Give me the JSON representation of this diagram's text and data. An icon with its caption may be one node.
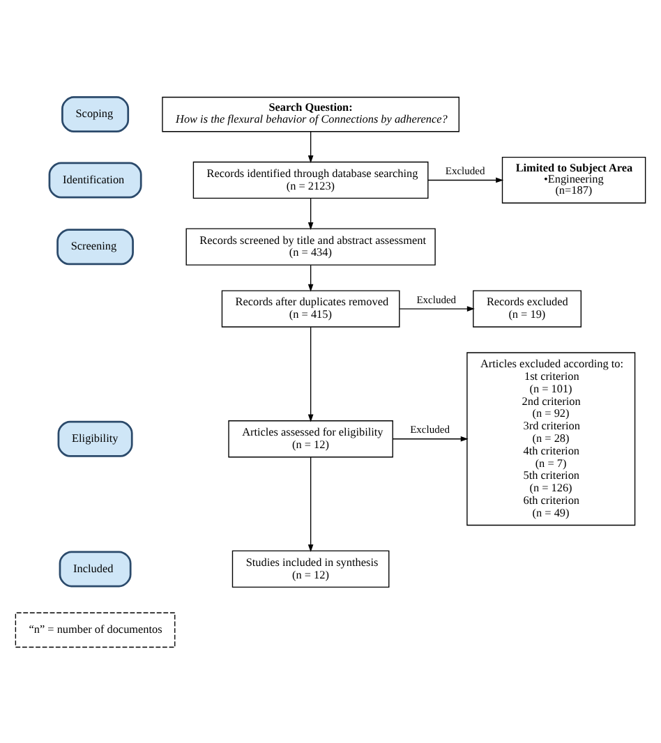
{
  "diagram": {
    "nodes": [
      {
        "text": [
          "Scoping"
        ]
      },
      {
        "text": [
          "Identification"
        ]
      },
      {
        "text": [
          "Screening"
        ]
      },
      {
        "text": [
          "Eligibility"
        ]
      },
      {
        "text": [
          "Included"
        ]
      },
      {
        "text": [
          "Search Question:",
          "How is the flexural behavior of Connections by adherence?"
        ]
      },
      {
        "text": [
          "Records identified through database searching",
          "(n = 2123)"
        ]
      },
      {
        "text": [
          "Limited to Subject Area",
          "•Engineering",
          "(n=187)"
        ]
      },
      {
        "text": [
          "Records screened by title and abstract assessment",
          "(n = 434)"
        ]
      },
      {
        "text": [
          "Records after duplicates removed",
          "(n = 415)"
        ]
      },
      {
        "text": [
          "Records excluded",
          "(n = 19)"
        ]
      },
      {
        "text": [
          "Articles assessed for eligibility",
          "(n = 12)"
        ]
      },
      {
        "text": [
          "Articles excluded according to:",
          "1st criterion",
          "(n = 101)",
          "2nd criterion",
          "(n = 92)",
          "3rd criterion",
          "(n = 28)",
          "4th criterion",
          "(n = 7)",
          "5th criterion",
          "(n = 126)",
          "6th criterion",
          "(n = 49)"
        ]
      },
      {
        "text": [
          "Studies included in synthesis",
          "(n = 12)"
        ]
      },
      {
        "text": [
          "“n” = number of documentos"
        ]
      }
    ],
    "edges": [
      {
        "from": 5,
        "to": 6,
        "arrow": "to"
      },
      {
        "from": 6,
        "to": 7,
        "arrow": "to",
        "label": "Excluded"
      },
      {
        "from": 6,
        "to": 8,
        "arrow": "to"
      },
      {
        "from": 8,
        "to": 9,
        "arrow": "to"
      },
      {
        "from": 9,
        "to": 10,
        "arrow": "to",
        "label": "Excluded"
      },
      {
        "from": 9,
        "to": 11,
        "arrow": "to"
      },
      {
        "from": 11,
        "to": 12,
        "arrow": "to",
        "label": "Excluded"
      },
      {
        "from": 11,
        "to": 13,
        "arrow": "to"
      }
    ]
  }
}
